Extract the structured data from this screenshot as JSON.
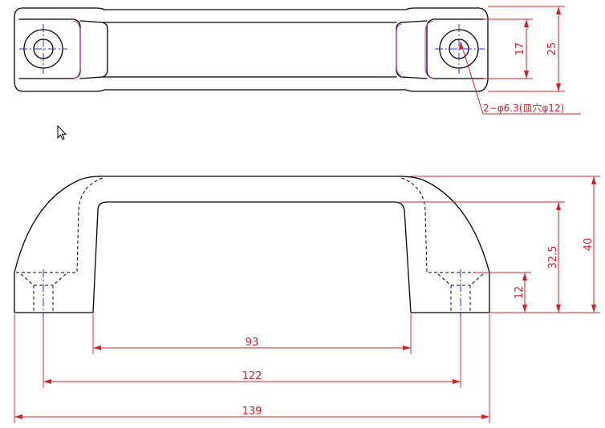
{
  "drawing": {
    "colors": {
      "outline": "#000000",
      "dimension": "#d0202a",
      "centerline": "#1f2fd0",
      "fillet": "#c030c0",
      "background": "#ffffff"
    },
    "top_view": {
      "dim_17": "17",
      "dim_25": "25",
      "hole_note": "2−φ6.3(皿穴φ12)"
    },
    "front_view": {
      "dim_93": "93",
      "dim_122": "122",
      "dim_139": "139",
      "dim_12": "12",
      "dim_32_5": "32.5",
      "dim_40": "40"
    }
  },
  "cursor": {
    "icon": "mouse-pointer-icon"
  }
}
